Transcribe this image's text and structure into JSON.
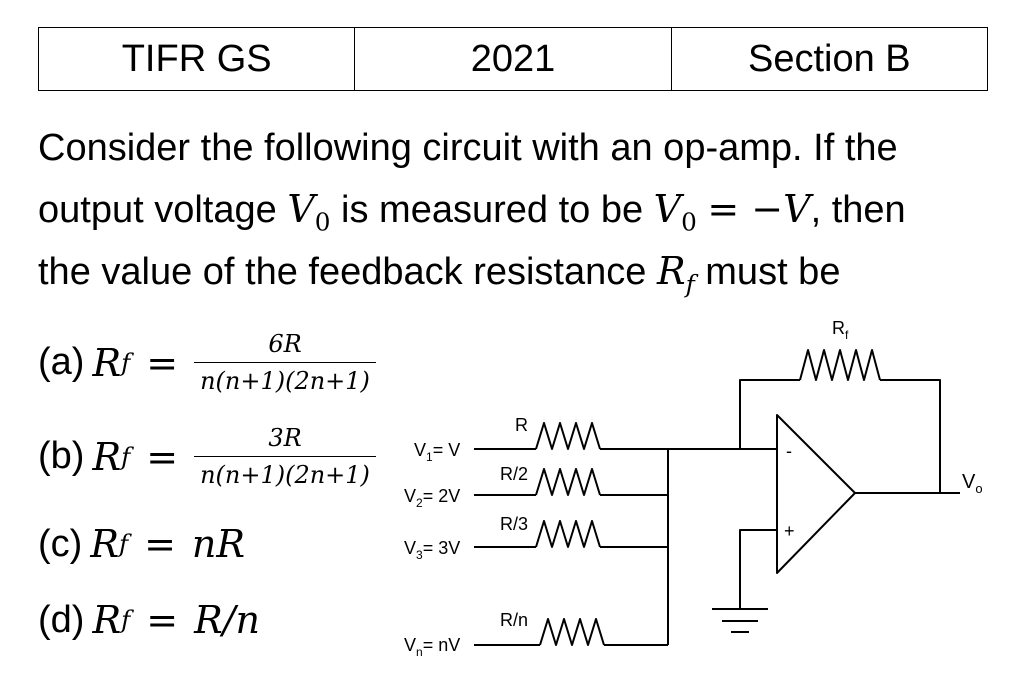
{
  "header": {
    "exam": "TIFR GS",
    "year": "2021",
    "section": "Section B"
  },
  "question": {
    "line1": "Consider the following circuit with an op-amp. If the",
    "line2_a": "output voltage ",
    "line2_b": " is measured to be ",
    "line2_c": ", then",
    "line3_a": "the value of the feedback resistance ",
    "line3_b": " must be",
    "v_sym": "V",
    "v_sub": "0",
    "eq_rhs": "= −V",
    "r_sym": "R",
    "r_sub": "f"
  },
  "options": [
    {
      "label": "(a)",
      "lhs": "R",
      "lhs_sub": "f",
      "eq": "=",
      "num": "6R",
      "den": "n(n+1)(2n+1)"
    },
    {
      "label": "(b)",
      "lhs": "R",
      "lhs_sub": "f",
      "eq": "=",
      "num": "3R",
      "den": "n(n+1)(2n+1)"
    },
    {
      "label": "(c)",
      "lhs": "R",
      "lhs_sub": "f",
      "eq": "=",
      "rhs": "nR"
    },
    {
      "label": "(d)",
      "lhs": "R",
      "lhs_sub": "f",
      "eq": "=",
      "rhs": "R/n"
    }
  ],
  "circuit": {
    "inputs": [
      {
        "v": "V",
        "sub": "1",
        "val": "= V",
        "r": "R"
      },
      {
        "v": "V",
        "sub": "2",
        "val": "= 2V",
        "r": "R/2"
      },
      {
        "v": "V",
        "sub": "3",
        "val": "= 3V",
        "r": "R/3"
      },
      {
        "v": "V",
        "sub": "n",
        "val": "= nV",
        "r": "R/n"
      }
    ],
    "feedback": {
      "r": "R",
      "sub": "f"
    },
    "output": {
      "v": "V",
      "sub": "o"
    },
    "minus": "-",
    "plus": "+"
  }
}
